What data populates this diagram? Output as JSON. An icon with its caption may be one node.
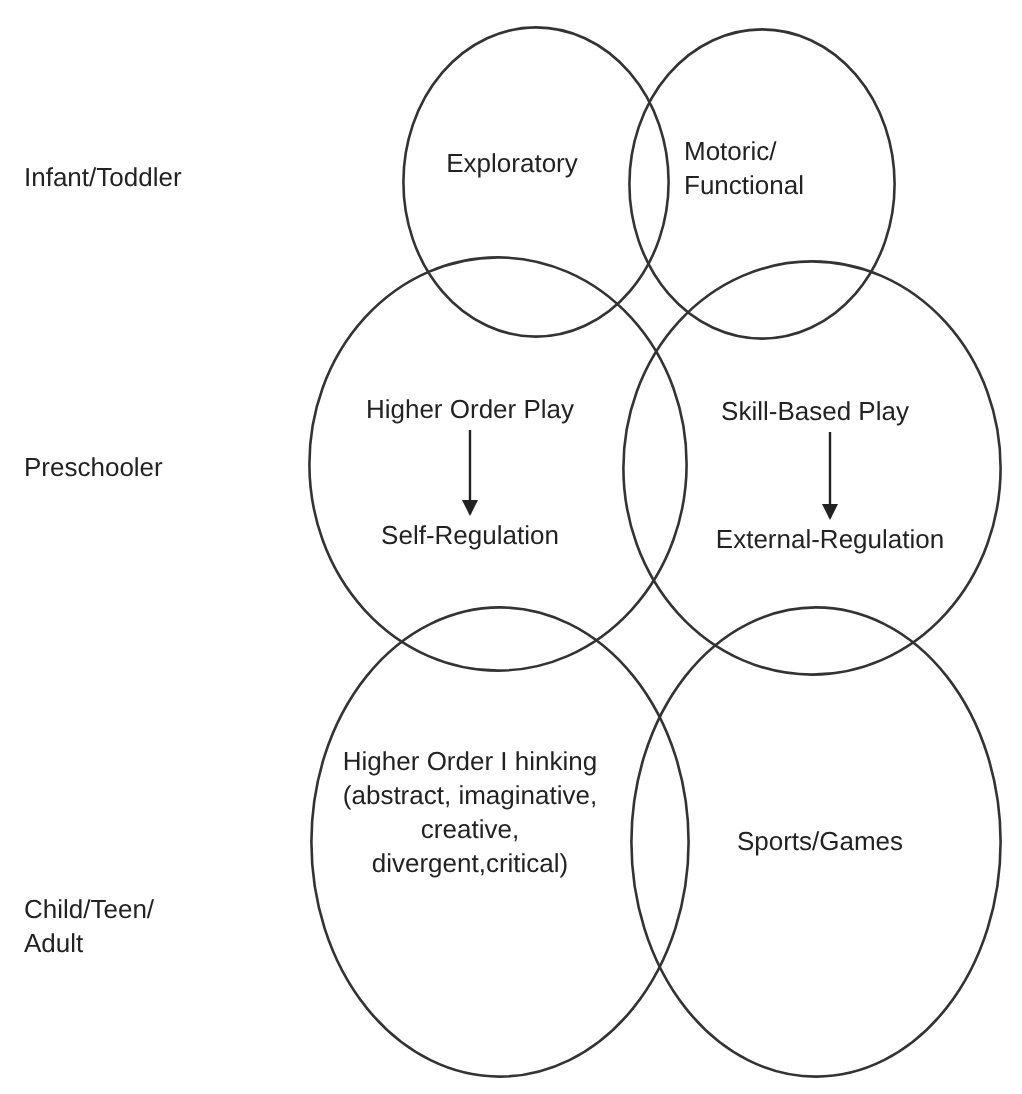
{
  "diagram": {
    "nodes": [
      {
        "text": [
          "Exploratory"
        ]
      },
      {
        "text": [
          "Motoric/ Functional"
        ]
      },
      {
        "text": [],
        "shape": "circle"
      },
      {
        "text": [
          "Higher Order Play"
        ],
        "in": 2
      },
      {
        "text": [
          "Self-Regulation"
        ],
        "in": 2
      },
      {
        "text": [],
        "shape": "circle"
      },
      {
        "text": [
          "Skill-Based Play"
        ],
        "in": 5
      },
      {
        "text": [
          "External-Regulation"
        ],
        "in": 5
      },
      {
        "text": [
          "Higher Order I hinking (abstract, imaginative, creative, divergent,critical)"
        ]
      },
      {
        "text": [
          "Sports/Games"
        ]
      }
    ],
    "edges": [
      {
        "from": 3,
        "to": 4,
        "arrow": "to"
      },
      {
        "from": 6,
        "to": 7,
        "arrow": "to"
      }
    ],
    "labels": [
      "Infant/Toddler",
      "Preschooler",
      "Child/Teen/ Adult"
    ]
  }
}
